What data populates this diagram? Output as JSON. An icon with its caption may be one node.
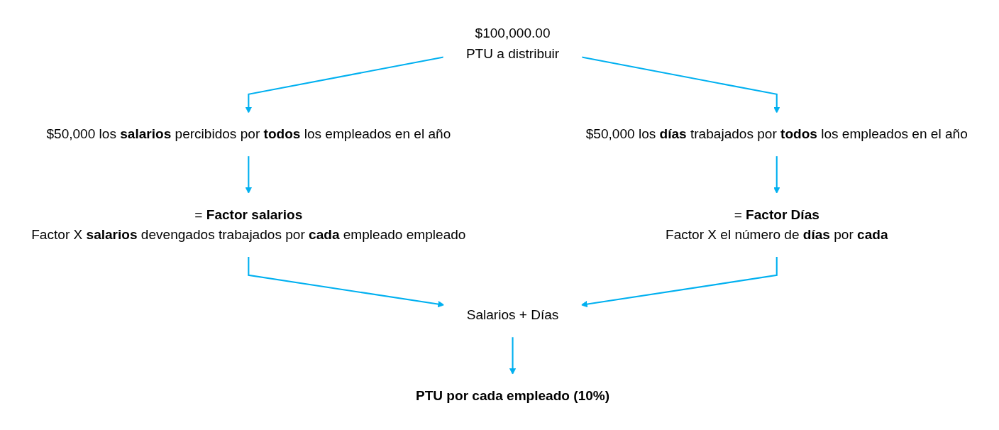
{
  "diagram": {
    "nodes": [
      {
        "text": [
          "$100,000.00",
          "PTU a distribuir"
        ]
      },
      {
        "text": [
          "$50,000 los **salarios** percibidos por **todos** los empleados en el año"
        ]
      },
      {
        "text": [
          "= **Factor salarios**",
          "Factor X **salarios** devengados trabajados por **cada** empleado empleado"
        ]
      },
      {
        "text": [
          "$50,000 los **días** trabajados por **todos** los empleados en el año"
        ]
      },
      {
        "text": [
          "= **Factor Días**",
          "Factor X el número de **días** por **cada**"
        ]
      },
      {
        "text": [
          "Salarios + Días"
        ]
      },
      {
        "text": [
          "PTU por cada empleado (10%)"
        ]
      }
    ],
    "edges": [
      {
        "from": 0,
        "to": 1,
        "arrow": "to"
      },
      {
        "from": 0,
        "to": 3,
        "arrow": "to"
      },
      {
        "from": 1,
        "to": 2,
        "arrow": "to"
      },
      {
        "from": 3,
        "to": 4,
        "arrow": "to"
      },
      {
        "from": 2,
        "to": 5,
        "arrow": "to"
      },
      {
        "from": 4,
        "to": 5,
        "arrow": "to"
      },
      {
        "from": 5,
        "to": 6,
        "arrow": "to"
      }
    ]
  }
}
